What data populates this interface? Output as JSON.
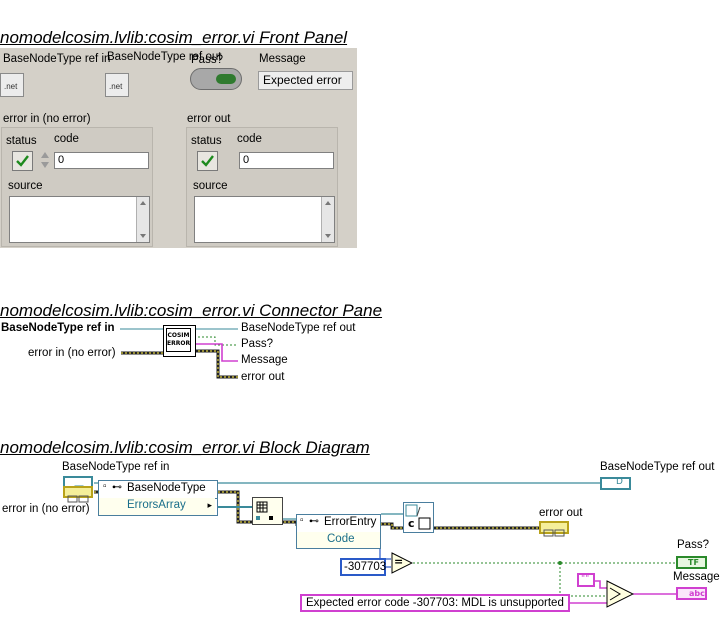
{
  "front_panel": {
    "title": "nomodelcosim.lvlib:cosim_error.vi Front Panel",
    "ref_in_label": "BaseNodeType ref in",
    "ref_out_label": "BaseNodeType ref out",
    "net_icon_text": ".net",
    "pass_label": "Pass?",
    "message_label": "Message",
    "message_value": "Expected error",
    "error_in": {
      "label": "error in (no error)",
      "status_label": "status",
      "code_label": "code",
      "code_value": "0",
      "source_label": "source"
    },
    "error_out": {
      "label": "error out",
      "status_label": "status",
      "code_label": "code",
      "code_value": "0",
      "source_label": "source"
    }
  },
  "connector_pane": {
    "title": "nomodelcosim.lvlib:cosim_error.vi Connector Pane",
    "ref_in": "BaseNodeType ref in",
    "error_in": "error in (no error)",
    "icon_text_1": "COSIM",
    "icon_text_2": "ERROR",
    "ref_out": "BaseNodeType ref out",
    "pass": "Pass?",
    "message": "Message",
    "error_out": "error out"
  },
  "block_diagram": {
    "title": "nomodelcosim.lvlib:cosim_error.vi Block Diagram",
    "ref_in_label": "BaseNodeType ref in",
    "ref_out_label": "BaseNodeType ref out",
    "error_in_label": "error in (no error)",
    "error_out_label": "error out",
    "pass_label": "Pass?",
    "message_label": "Message",
    "node1_class": "BaseNodeType",
    "node1_prop": "ErrorsArray",
    "node2_class": "ErrorEntry",
    "node2_prop": "Code",
    "constant_code": "-307703",
    "constant_message": "Expected error code -307703: MDL is unsupported",
    "eq_symbol": "=",
    "empty_string_const": "\"\"",
    "c_label": "c",
    "ref_terminal_text": "D",
    "bool_terminal_text": "TF",
    "string_terminal_text": "abc"
  }
}
